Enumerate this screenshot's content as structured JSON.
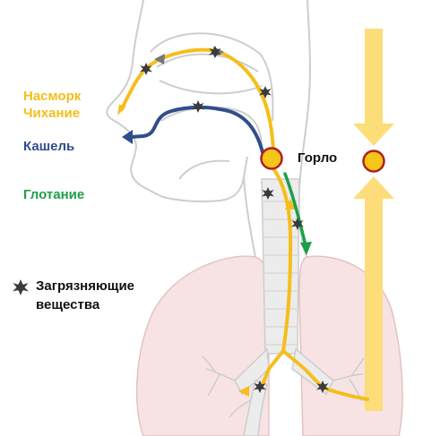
{
  "labels": {
    "runny_nose": "Насморк",
    "sneezing": "Чихание",
    "cough": "Кашель",
    "swallowing": "Глотание",
    "throat": "Горло",
    "pollutants_line1": "Загрязняющие",
    "pollutants_line2": "вещества"
  },
  "colors": {
    "yellow": "#F5BE1A",
    "blue": "#2F4E8C",
    "green": "#1E9E48",
    "anatomy_outline": "#CDCDCD",
    "lung_fill": "#F7E3E3",
    "trachea_fill": "#ECECEC",
    "pollutant": "#3A3A3A",
    "wide_arrow": "#FCDD7A",
    "throat_marker_fill": "#F5C518",
    "throat_marker_ring": "#B0201E"
  },
  "icons": [
    "pollutant-particle-icon",
    "throat-marker-icon"
  ]
}
